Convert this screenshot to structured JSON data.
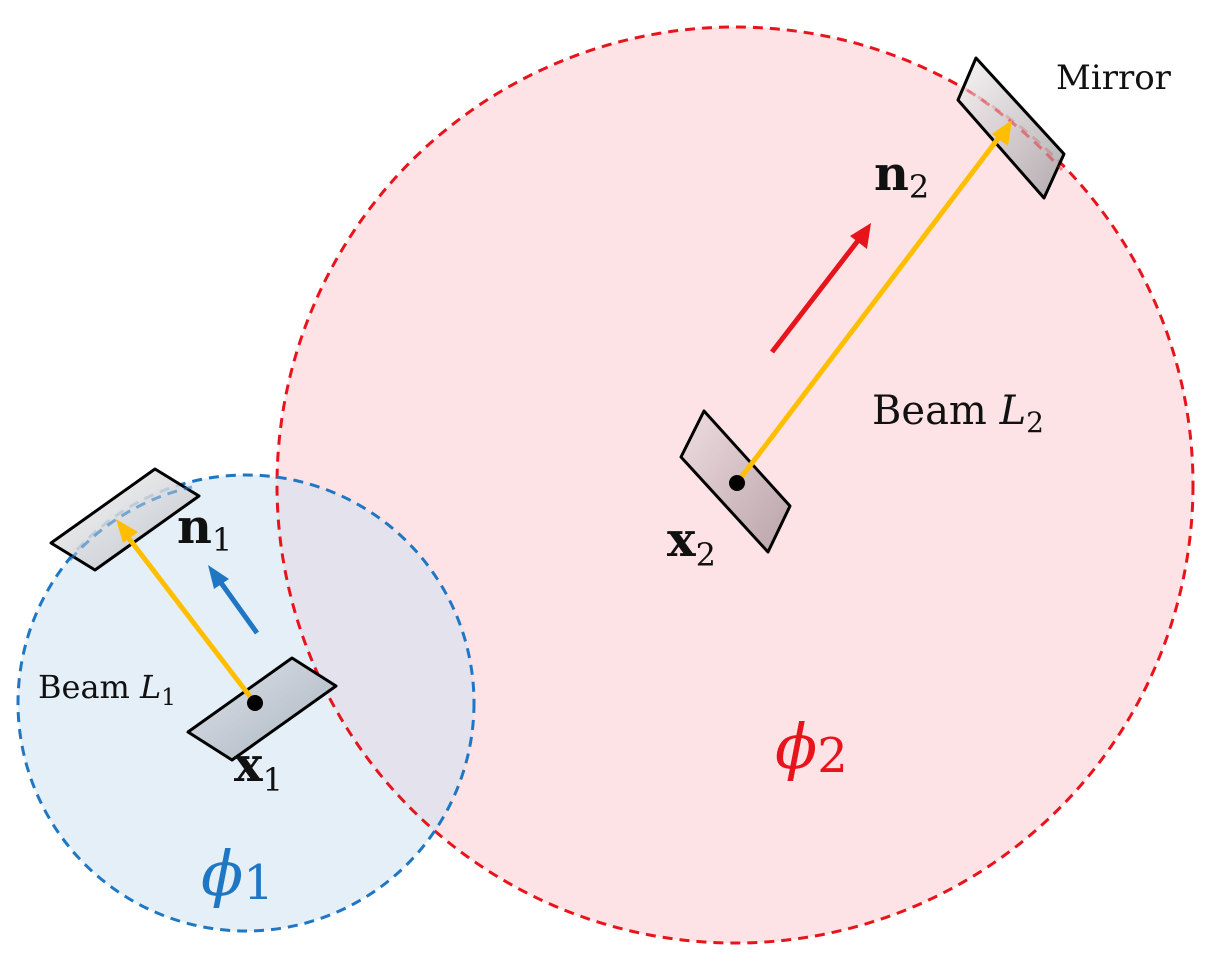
{
  "colors": {
    "blue": "#1f77c4",
    "blue_fill": "#e6f0f8",
    "red": "#e8141c",
    "red_fill": "#fde3e6",
    "beam": "#ffbf00",
    "plate_fill": "#c7ccd4",
    "mirror_fill": "#e4e4e6",
    "outline": "#000000"
  },
  "labels": {
    "mirror": "Mirror",
    "beam1": {
      "text": "Beam ",
      "var": "L",
      "sub": "1"
    },
    "beam2": {
      "text": "Beam ",
      "var": "L",
      "sub": "2"
    },
    "n1": {
      "var": "n",
      "sub": "1"
    },
    "n2": {
      "var": "n",
      "sub": "2"
    },
    "x1": {
      "var": "x",
      "sub": "1"
    },
    "x2": {
      "var": "x",
      "sub": "2"
    },
    "phi1": {
      "var": "ϕ",
      "sub": "1"
    },
    "phi2": {
      "var": "ϕ",
      "sub": "2"
    }
  }
}
